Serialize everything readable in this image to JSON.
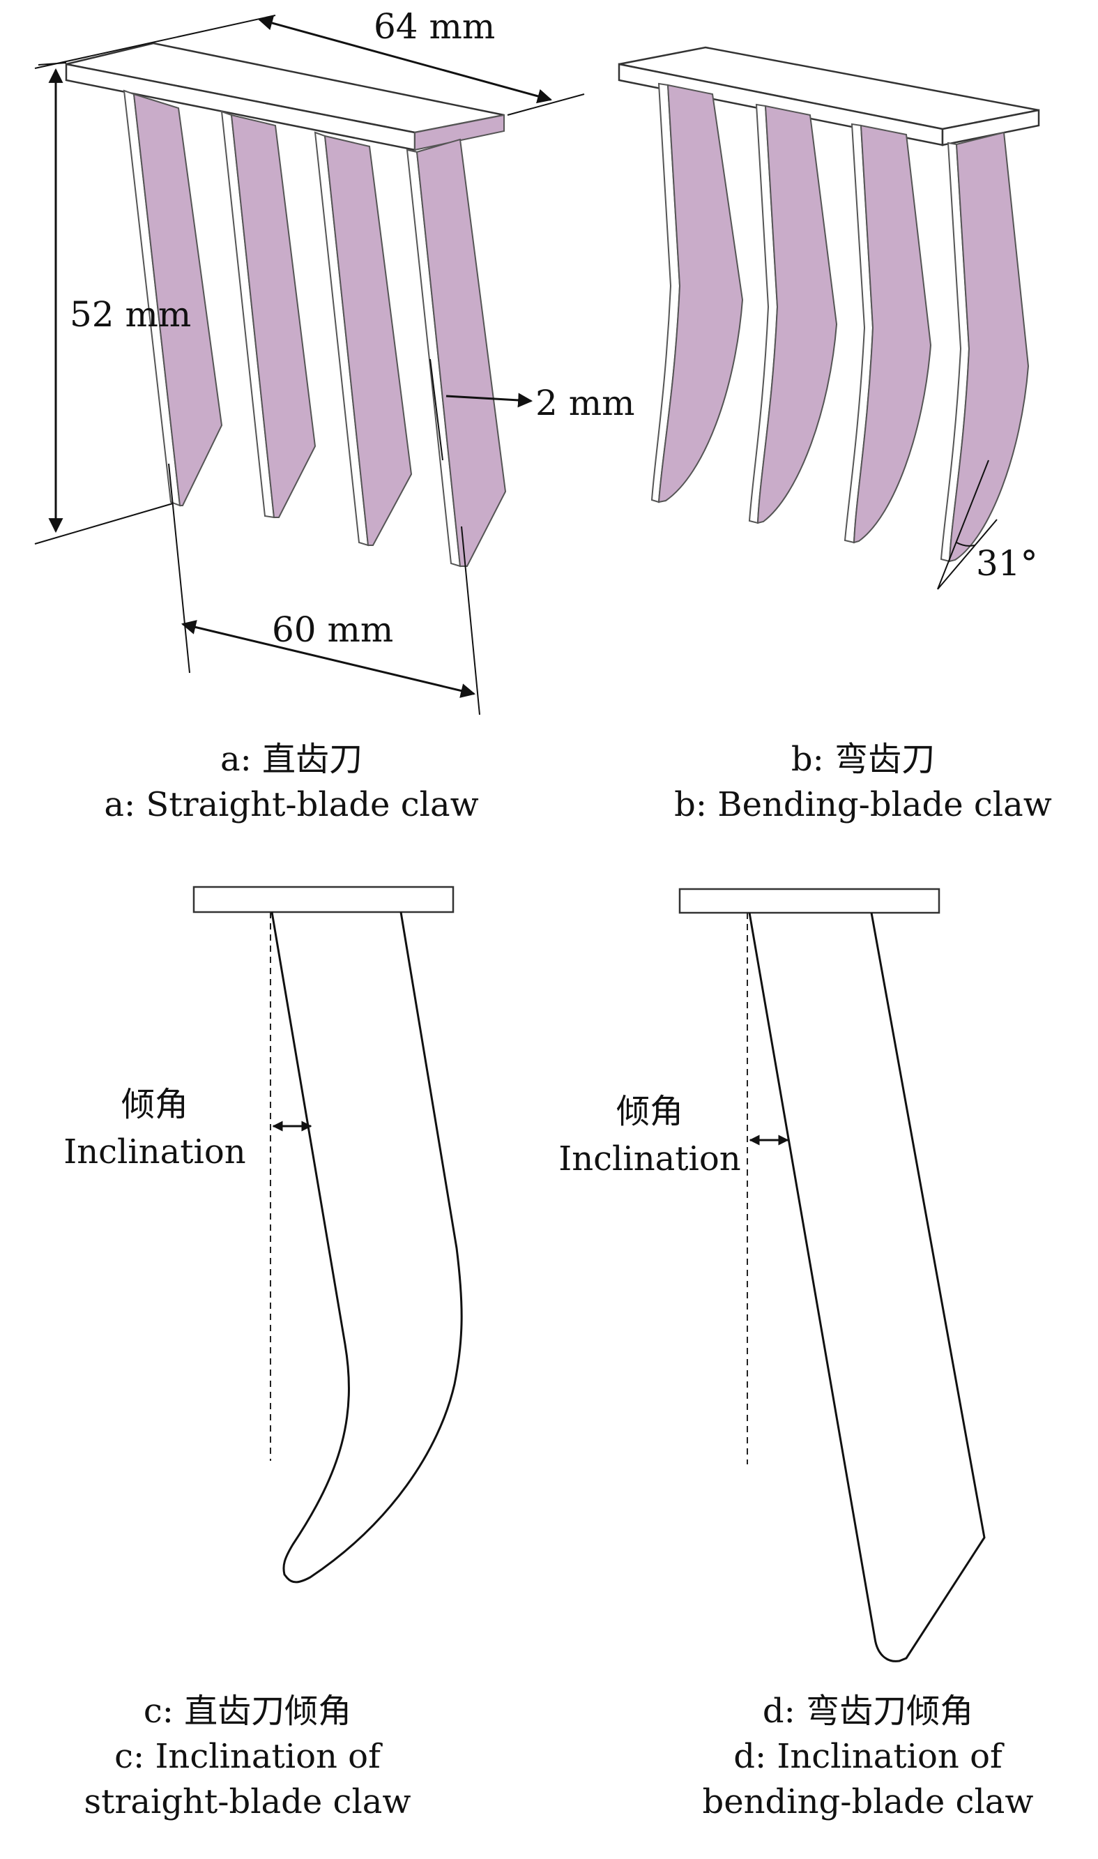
{
  "figure": {
    "panel_a": {
      "dimensions": {
        "width_top": "64 mm",
        "height": "52 mm",
        "thickness": "2 mm",
        "spacing": "60 mm"
      },
      "caption_cn": "a: 直齿刀",
      "caption_en": "a: Straight-blade claw"
    },
    "panel_b": {
      "angle": "31°",
      "caption_cn": "b: 弯齿刀",
      "caption_en": "b: Bending-blade claw"
    },
    "panel_c": {
      "label_cn": "倾角",
      "label_en": "Inclination",
      "caption_cn": "c: 直齿刀倾角",
      "caption_en_1": "c: Inclination of",
      "caption_en_2": "straight-blade claw"
    },
    "panel_d": {
      "label_cn": "倾角",
      "label_en": "Inclination",
      "caption_cn": "d: 弯齿刀倾角",
      "caption_en_1": "d: Inclination of",
      "caption_en_2": "bending-blade claw"
    }
  },
  "colors": {
    "blade_fill": "#c9acc9",
    "line": "#111111"
  }
}
